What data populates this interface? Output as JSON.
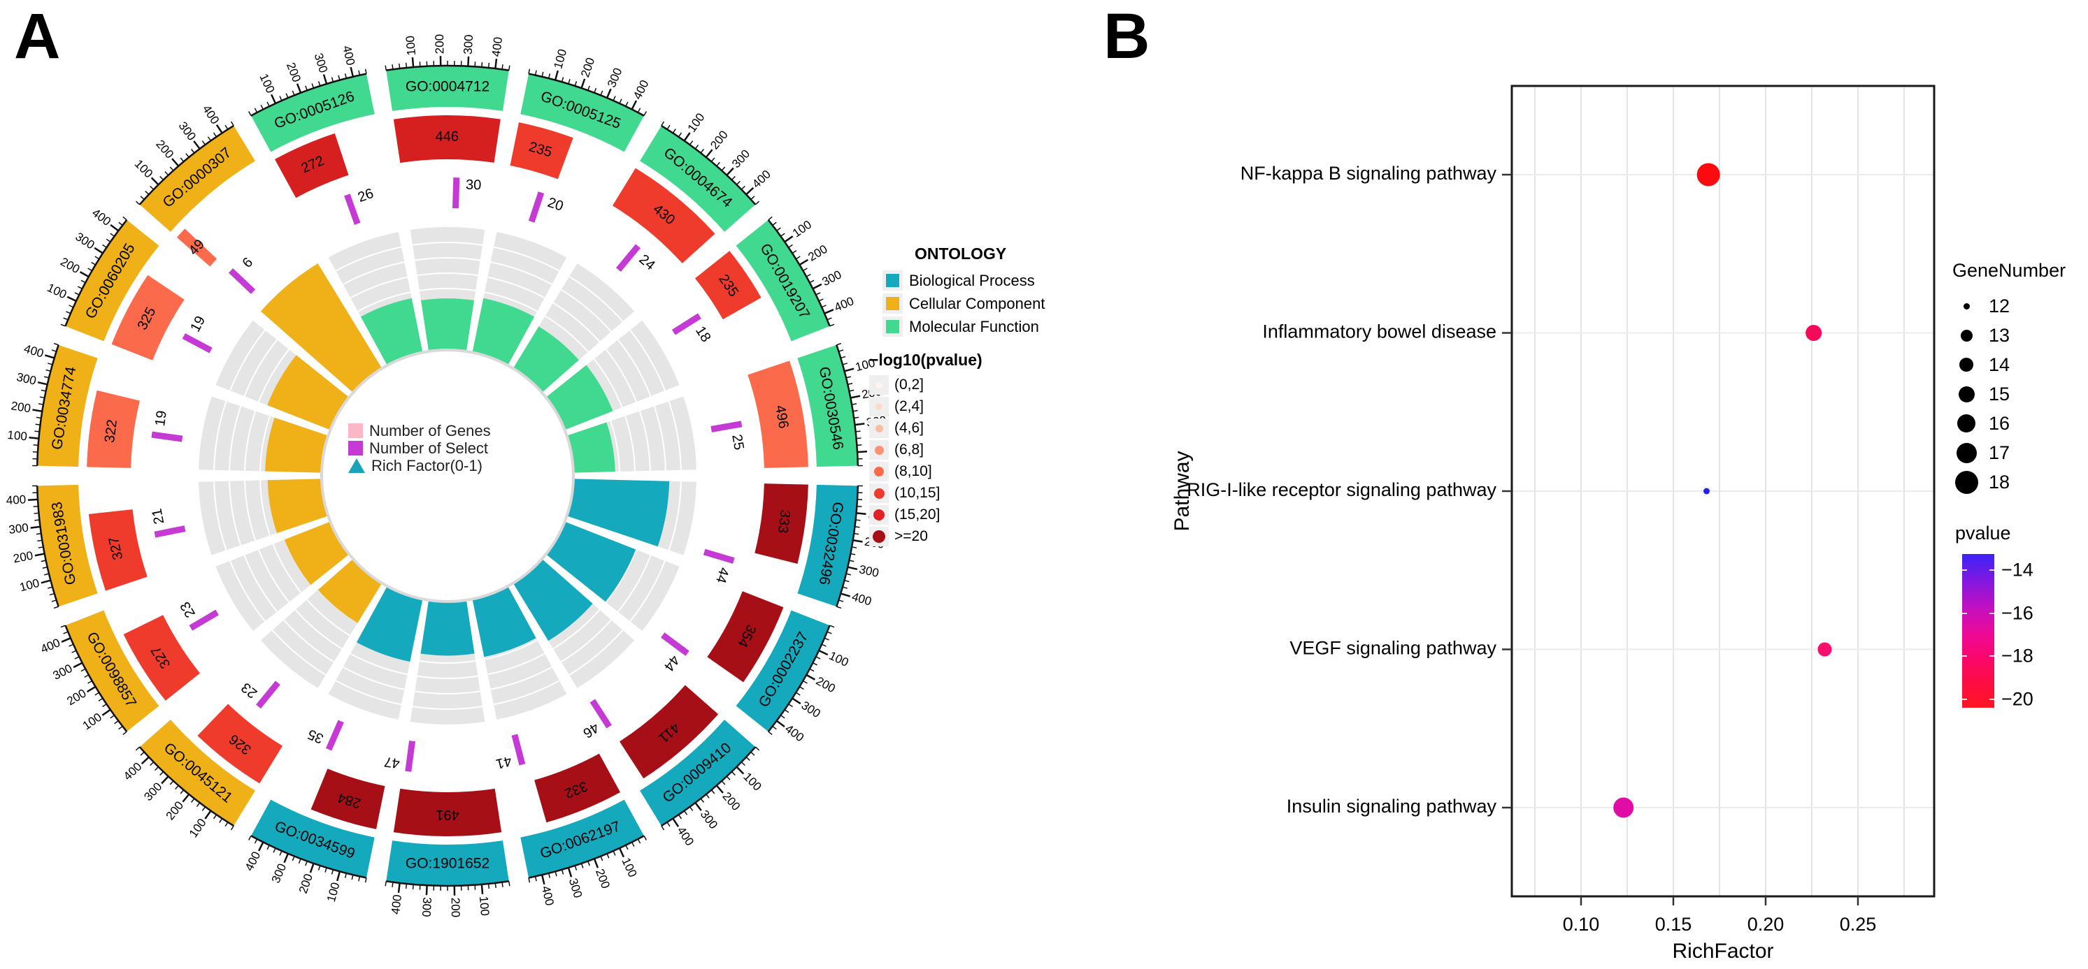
{
  "panels": {
    "a": {
      "label": "A"
    },
    "b": {
      "label": "B"
    }
  },
  "chart_data": [
    {
      "type": "circular-go-enrichment",
      "rings": [
        "GO term (ontology)",
        "Number of Genes (colored by -log10 pvalue)",
        "Number of Select",
        "Rich Factor"
      ],
      "axis": {
        "min": 0,
        "max": 450,
        "major_ticks": [
          100,
          200,
          300,
          400
        ],
        "minor_step": 25
      },
      "ontology_colors": {
        "Biological Process": "#15A9BE",
        "Cellular Component": "#EFB117",
        "Molecular Function": "#40D98F"
      },
      "select_color": "#C53AD4",
      "gray_band_color": "#E5E5E5",
      "pvalue_bin_colors": {
        "(0,2]": "#FFF5F0",
        "(2,4]": "#FDDCCB",
        "(4,6]": "#FCBBA1",
        "(6,8]": "#FC9272",
        "(8,10]": "#FB6A4A",
        "(10,15]": "#EF3B2C",
        "(15,20]": "#D6201F",
        ">=20": "#A50F15"
      },
      "segments": [
        {
          "id": "GO:0004712",
          "ontology": "Molecular Function",
          "genes": 446,
          "select": 30,
          "rich_factor": 0.42,
          "pvalue_bin": "(15,20]"
        },
        {
          "id": "GO:0005125",
          "ontology": "Molecular Function",
          "genes": 235,
          "select": 20,
          "rich_factor": 0.45,
          "pvalue_bin": "(10,15]"
        },
        {
          "id": "GO:0004674",
          "ontology": "Molecular Function",
          "genes": 430,
          "select": 24,
          "rich_factor": 0.4,
          "pvalue_bin": "(10,15]"
        },
        {
          "id": "GO:0019207",
          "ontology": "Molecular Function",
          "genes": 235,
          "select": 18,
          "rich_factor": 0.42,
          "pvalue_bin": "(10,15]"
        },
        {
          "id": "GO:0030546",
          "ontology": "Molecular Function",
          "genes": 496,
          "select": 25,
          "rich_factor": 0.34,
          "pvalue_bin": "(8,10]"
        },
        {
          "id": "GO:0032496",
          "ontology": "Biological Process",
          "genes": 333,
          "select": 44,
          "rich_factor": 0.78,
          "pvalue_bin": ">=20"
        },
        {
          "id": "GO:0002237",
          "ontology": "Biological Process",
          "genes": 354,
          "select": 44,
          "rich_factor": 0.62,
          "pvalue_bin": ">=20"
        },
        {
          "id": "GO:0009410",
          "ontology": "Biological Process",
          "genes": 411,
          "select": 46,
          "rich_factor": 0.55,
          "pvalue_bin": ">=20"
        },
        {
          "id": "GO:0062197",
          "ontology": "Biological Process",
          "genes": 332,
          "select": 41,
          "rich_factor": 0.48,
          "pvalue_bin": ">=20"
        },
        {
          "id": "GO:1901652",
          "ontology": "Biological Process",
          "genes": 491,
          "select": 47,
          "rich_factor": 0.44,
          "pvalue_bin": ">=20"
        },
        {
          "id": "GO:0034599",
          "ontology": "Biological Process",
          "genes": 284,
          "select": 35,
          "rich_factor": 0.52,
          "pvalue_bin": ">=20"
        },
        {
          "id": "GO:0045121",
          "ontology": "Cellular Component",
          "genes": 326,
          "select": 23,
          "rich_factor": 0.38,
          "pvalue_bin": "(10,15]"
        },
        {
          "id": "GO:0098857",
          "ontology": "Cellular Component",
          "genes": 327,
          "select": 23,
          "rich_factor": 0.4,
          "pvalue_bin": "(10,15]"
        },
        {
          "id": "GO:0031983",
          "ontology": "Cellular Component",
          "genes": 327,
          "select": 21,
          "rich_factor": 0.44,
          "pvalue_bin": "(10,15]"
        },
        {
          "id": "GO:0034774",
          "ontology": "Cellular Component",
          "genes": 322,
          "select": 19,
          "rich_factor": 0.46,
          "pvalue_bin": "(8,10]"
        },
        {
          "id": "GO:0060205",
          "ontology": "Cellular Component",
          "genes": 325,
          "select": 19,
          "rich_factor": 0.55,
          "pvalue_bin": "(8,10]"
        },
        {
          "id": "GO:0000307",
          "ontology": "Cellular Component",
          "genes": 49,
          "select": 6,
          "rich_factor": 1.0,
          "pvalue_bin": "(8,10]"
        },
        {
          "id": "GO:0005126",
          "ontology": "Molecular Function",
          "genes": 272,
          "select": 26,
          "rich_factor": 0.45,
          "pvalue_bin": "(15,20]"
        }
      ],
      "center_legend": [
        {
          "label": "Number of Genes",
          "swatch": "square",
          "color": "#FBB7C5"
        },
        {
          "label": "Number of Select",
          "swatch": "square",
          "color": "#C53AD4"
        },
        {
          "label": "Rich Factor(0-1)",
          "swatch": "triangle",
          "color": "#17A3B8"
        }
      ],
      "ontology_legend": {
        "title": "ONTOLOGY",
        "items": [
          {
            "label": "Biological Process",
            "color": "#15A9BE"
          },
          {
            "label": "Cellular Component",
            "color": "#EFB117"
          },
          {
            "label": "Molecular Function",
            "color": "#40D98F"
          }
        ]
      },
      "pvalue_legend": {
        "title": "−log10(pvalue)",
        "items": [
          {
            "label": "(0,2]",
            "color": "#FFF5F0",
            "r": 4.5
          },
          {
            "label": "(2,4]",
            "color": "#FDDCCB",
            "r": 5
          },
          {
            "label": "(4,6]",
            "color": "#FCBBA1",
            "r": 5.5
          },
          {
            "label": "(6,8]",
            "color": "#FC9272",
            "r": 6.5
          },
          {
            "label": "(8,10]",
            "color": "#FB6A4A",
            "r": 7
          },
          {
            "label": "(10,15]",
            "color": "#EF3B2C",
            "r": 7.5
          },
          {
            "label": "(15,20]",
            "color": "#E32124",
            "r": 8
          },
          {
            "label": ">=20",
            "color": "#A50F15",
            "r": 9
          }
        ]
      }
    },
    {
      "type": "scatter",
      "xlabel": "RichFactor",
      "ylabel": "Pathway",
      "x_ticks": [
        0.1,
        0.15,
        0.2,
        0.25
      ],
      "xlim": [
        0.062,
        0.291
      ],
      "gridlines": {
        "x_start": 0.075,
        "x_end": 0.275,
        "x_step": 0.025
      },
      "points": [
        {
          "pathway": "NF-kappa B signaling pathway",
          "rich_factor": 0.169,
          "gene_number": 18,
          "pvalue": -20,
          "color": "#FB0A10"
        },
        {
          "pathway": "Inflammatory bowel disease",
          "rich_factor": 0.226,
          "gene_number": 15,
          "pvalue": -19,
          "color": "#F7085A"
        },
        {
          "pathway": "RIG-I-like receptor signaling pathway",
          "rich_factor": 0.168,
          "gene_number": 12,
          "pvalue": -14,
          "color": "#2222EE"
        },
        {
          "pathway": "VEGF signaling pathway",
          "rich_factor": 0.232,
          "gene_number": 14,
          "pvalue": -19,
          "color": "#F80F6E"
        },
        {
          "pathway": "Insulin signaling pathway",
          "rich_factor": 0.123,
          "gene_number": 17,
          "pvalue": -17.5,
          "color": "#E00CA6"
        }
      ],
      "gene_number_legend": {
        "title": "GeneNumber",
        "sizes": [
          12,
          13,
          14,
          15,
          16,
          17,
          18
        ]
      },
      "pvalue_legend": {
        "title": "pvalue",
        "ticks": [
          -14,
          -16,
          -18,
          -20
        ]
      }
    }
  ]
}
